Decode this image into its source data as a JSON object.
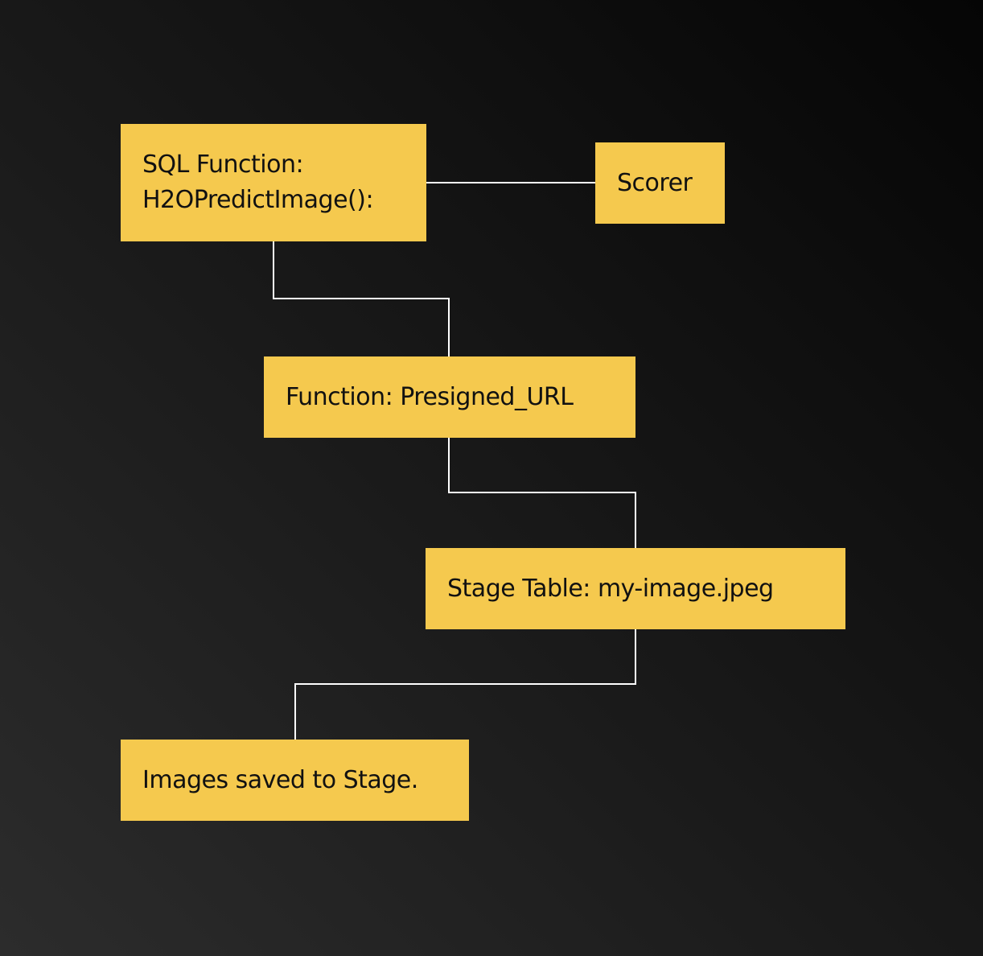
{
  "colors": {
    "node_fill": "#f5c94e",
    "node_text": "#111111",
    "connector": "#ffffff",
    "background_dark": "#050505",
    "background_light": "#2c2c2c"
  },
  "nodes": {
    "sql_function": {
      "line1": "SQL Function:",
      "line2": "H2OPredictImage():"
    },
    "scorer": {
      "label": "Scorer"
    },
    "presigned_url": {
      "label": "Function: Presigned_URL"
    },
    "stage_table": {
      "label": "Stage Table: my-image.jpeg"
    },
    "images_saved": {
      "label": "Images saved to Stage."
    }
  }
}
